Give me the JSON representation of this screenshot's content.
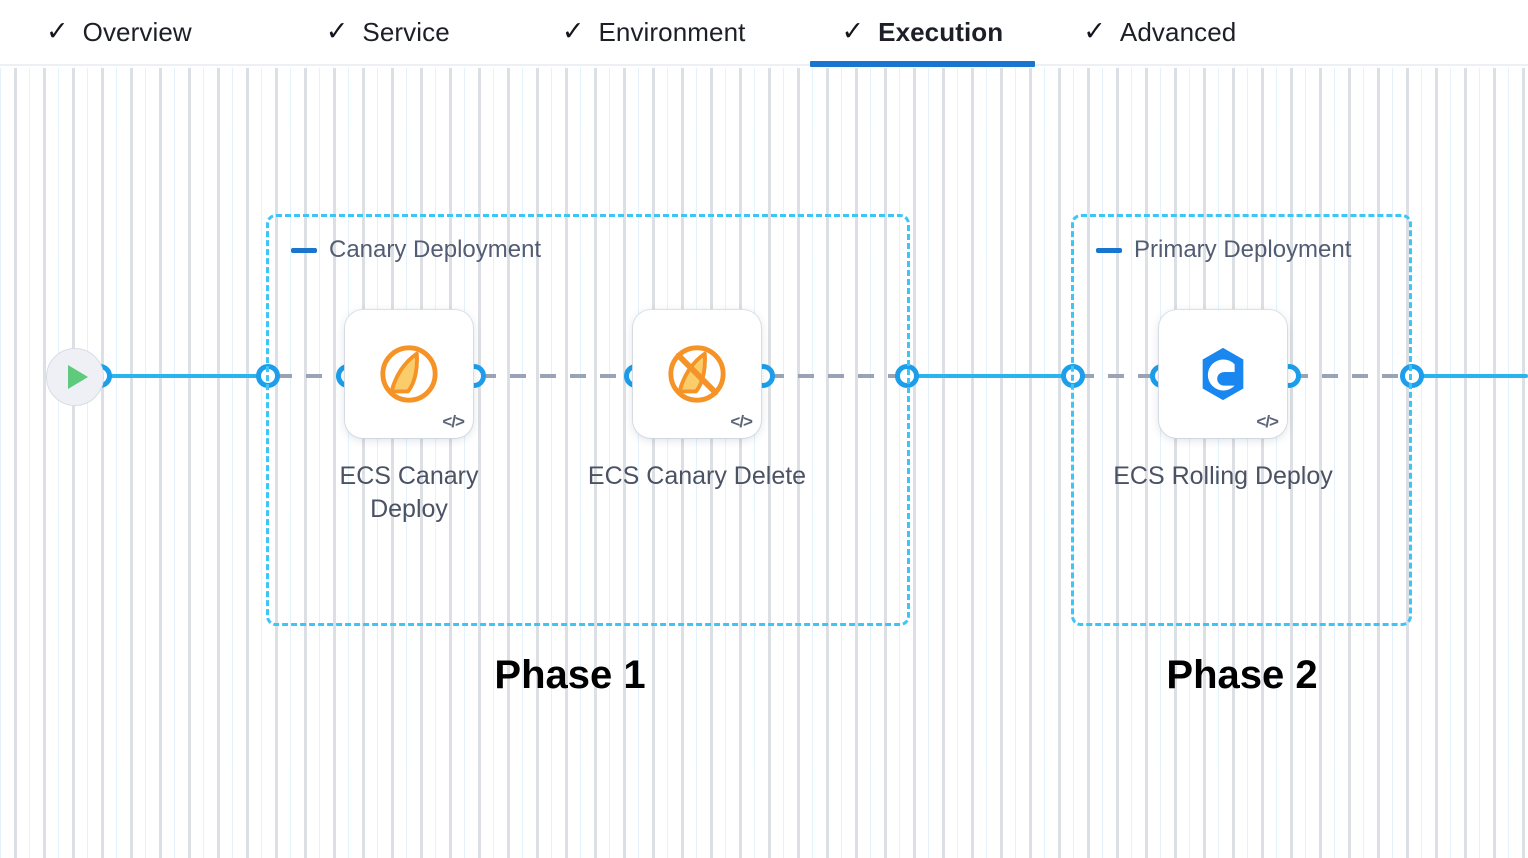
{
  "tabs": [
    {
      "label": "Overview",
      "icon": "check-icon",
      "active": false
    },
    {
      "label": "Service",
      "icon": "check-icon",
      "active": false
    },
    {
      "label": "Environment",
      "icon": "check-icon",
      "active": false
    },
    {
      "label": "Execution",
      "icon": "check-icon",
      "active": true
    },
    {
      "label": "Advanced",
      "icon": "check-icon",
      "active": false
    }
  ],
  "check_glyph": "✓",
  "start_node": {
    "icon": "play-icon"
  },
  "groups": [
    {
      "title": "Canary Deployment",
      "collapse_icon": "minus-icon",
      "phase_caption": "Phase 1"
    },
    {
      "title": "Primary Deployment",
      "collapse_icon": "minus-icon",
      "phase_caption": "Phase 2"
    }
  ],
  "steps": [
    {
      "label": "ECS Canary Deploy",
      "icon": "ecs-canary-deploy-icon",
      "badge": "</>"
    },
    {
      "label": "ECS Canary Delete",
      "icon": "ecs-canary-delete-icon",
      "badge": "</>"
    },
    {
      "label": "ECS Rolling Deploy",
      "icon": "ecs-rolling-deploy-icon",
      "badge": "</>"
    }
  ],
  "colors": {
    "accent_blue": "#1a75cf",
    "connector_blue": "#29b3ef",
    "group_border": "#3dc6f5",
    "dashed_gray": "#9aa3b5",
    "ecs_orange": "#f59327",
    "rolling_blue": "#1a86f0",
    "play_green": "#5fc97c"
  }
}
